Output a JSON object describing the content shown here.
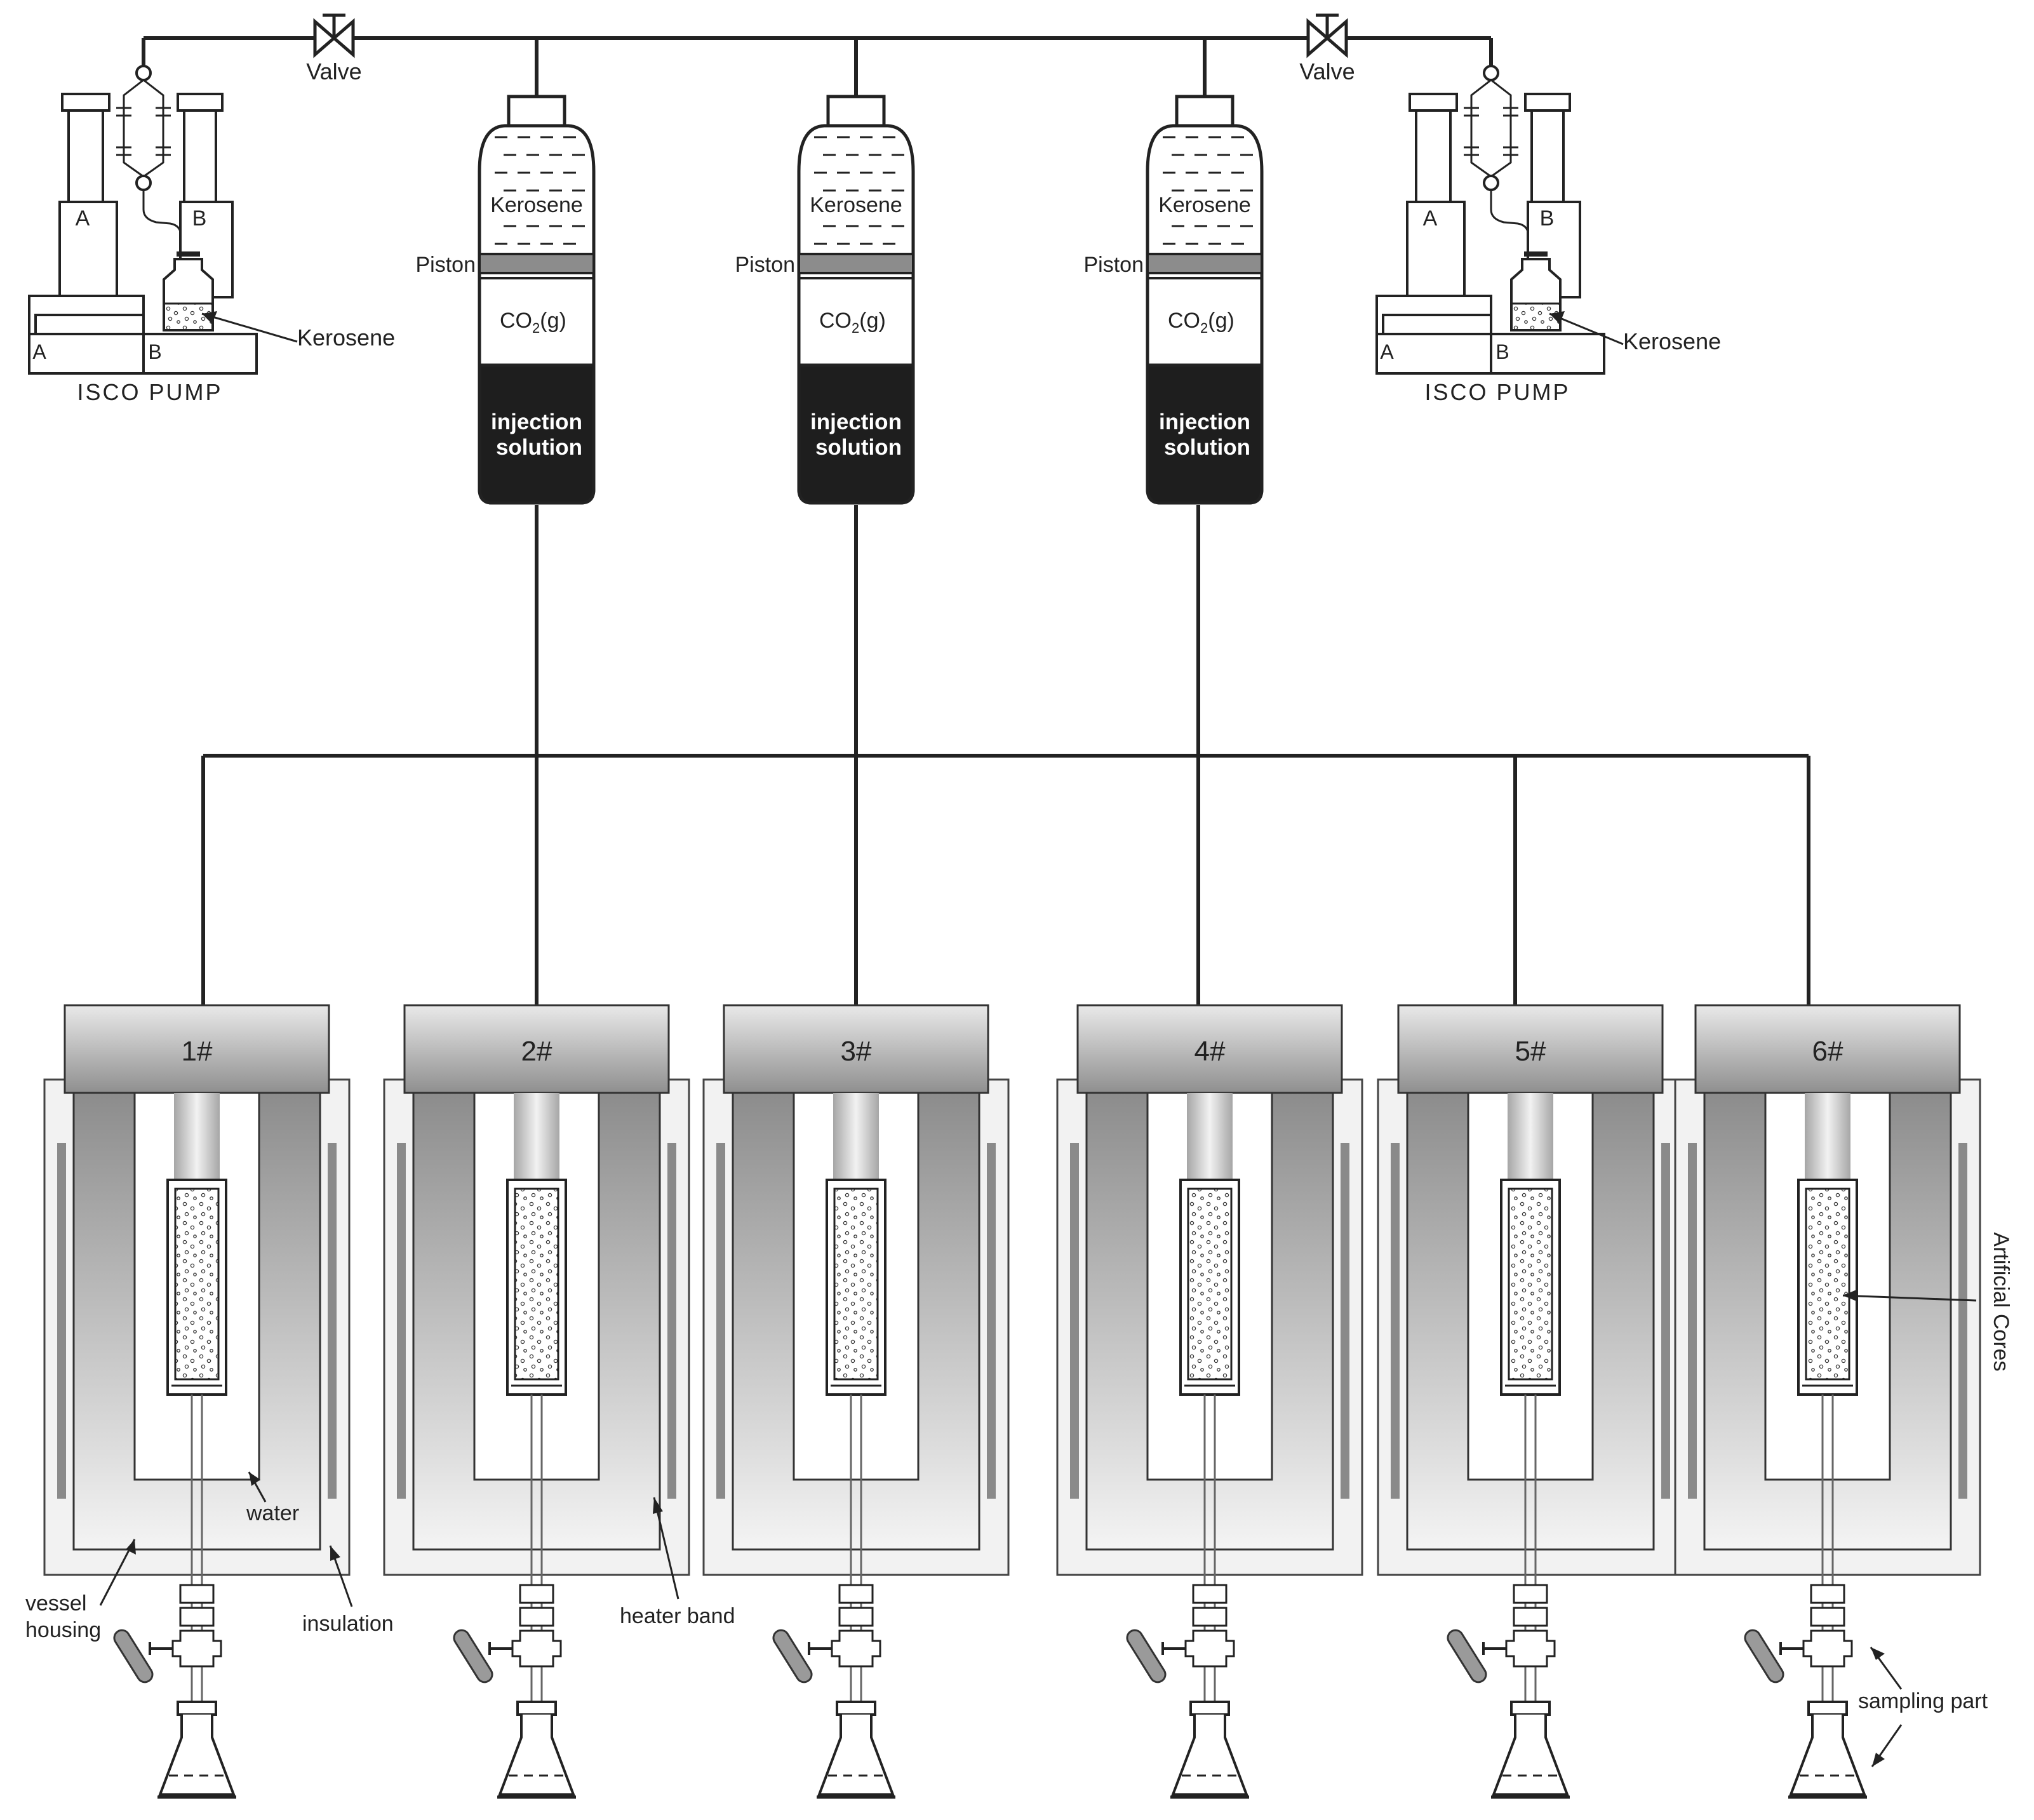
{
  "labels": {
    "valve": "Valve",
    "kerosene": "Kerosene",
    "isco_pump": "ISCO PUMP",
    "pump_a": "A",
    "pump_b": "B",
    "piston": "Piston",
    "co2_main": "CO",
    "co2_sub": "2",
    "co2_tail": "(g)",
    "injection_line1": "injection",
    "injection_line2": "solution",
    "water": "water",
    "vessel_line1": "vessel",
    "vessel_line2": "housing",
    "insulation": "insulation",
    "heater_band": "heater band",
    "artificial_cores": "Artificial Cores",
    "sampling_part": "sampling part"
  },
  "reactors": [
    "1#",
    "2#",
    "3#",
    "4#",
    "5#",
    "6#"
  ],
  "colors": {
    "line": "#222222",
    "dark_fill": "#1e1e1e",
    "piston_gray": "#8c8c8c",
    "insulation_fill": "#f2f2f2",
    "heater_band": "#8a8a8a"
  }
}
